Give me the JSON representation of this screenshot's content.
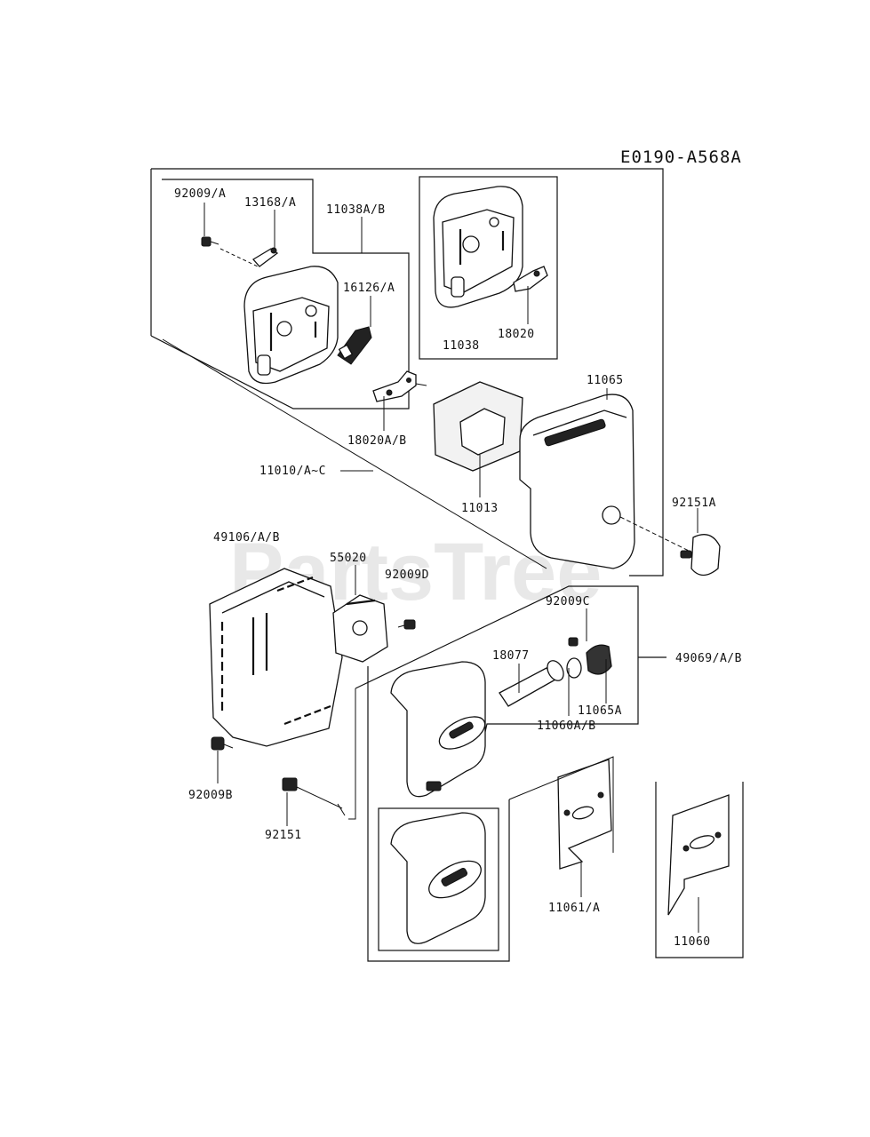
{
  "diagram_code": "E0190-A568A",
  "watermark": "PartsTree",
  "labels": {
    "p92009_A": "92009/A",
    "p13168_A": "13168/A",
    "p11038A_B": "11038A/B",
    "p16126_A": "16126/A",
    "p11038": "11038",
    "p18020": "18020",
    "p18020A_B": "18020A/B",
    "p11065": "11065",
    "p11010": "11010/A~C",
    "p11013": "11013",
    "p92151A": "92151A",
    "p49106": "49106/A/B",
    "p55020": "55020",
    "p92009D": "92009D",
    "p92009C": "92009C",
    "p49069": "49069/A/B",
    "p18077": "18077",
    "p11065A": "11065A",
    "p11060A_B": "11060A/B",
    "p92009B": "92009B",
    "p92151": "92151",
    "p11061_A": "11061/A",
    "p11060": "11060"
  }
}
